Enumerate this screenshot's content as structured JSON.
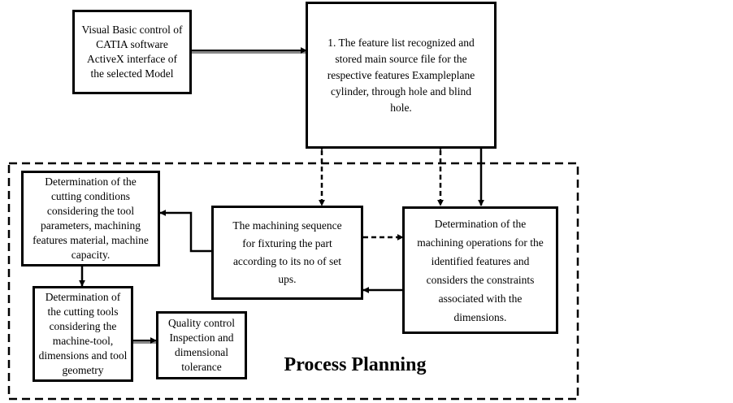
{
  "boxes": {
    "vb_control": "Visual Basic control of CATIA software ActiveX interface of the selected Model",
    "feature_list": "1. The feature list recognized and stored main source file for the respective features Exampleplane cylinder, through hole and blind hole.",
    "cutting_conditions": "Determination of the cutting conditions considering the tool parameters, machining features material, machine capacity.",
    "machining_sequence": "The machining sequence for fixturing the part according to its no of set ups.",
    "machining_operations": "Determination of the machining operations for the identified features and considers the constraints associated with the dimensions.",
    "cutting_tools": "Determination of the cutting tools considering the machine-tool, dimensions and tool geometry",
    "quality_control": "Quality control Inspection and dimensional tolerance"
  },
  "group": {
    "title": "Process Planning"
  }
}
